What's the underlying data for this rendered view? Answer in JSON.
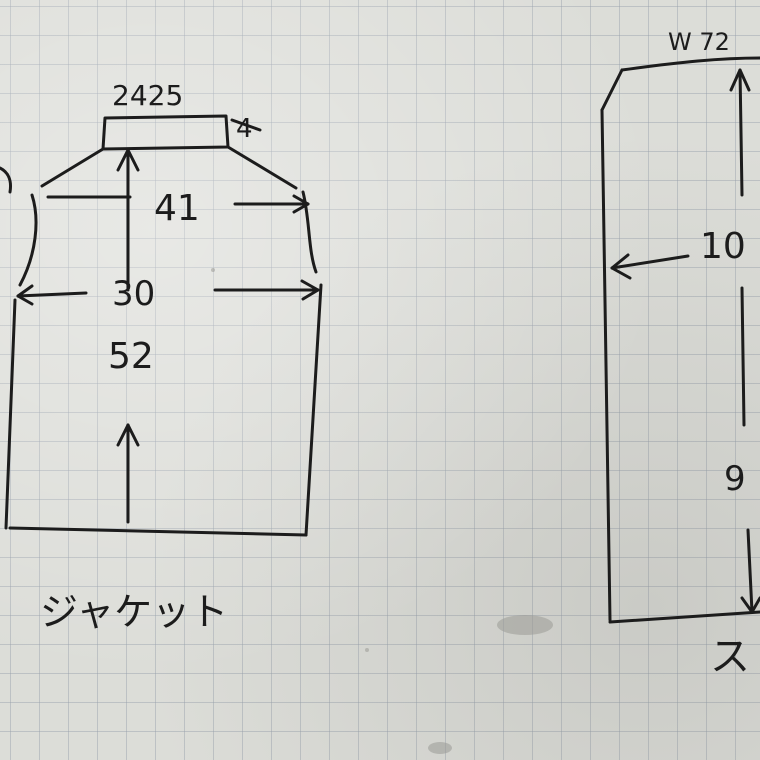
{
  "jacket": {
    "shoulder_label": "2425",
    "sleeve_label": "4",
    "chest_upper_label": "41",
    "width_label": "30",
    "length_label": "52",
    "caption": "ジャケット"
  },
  "skirt": {
    "waist_label": "W 72",
    "hip_label": "10",
    "length_label": "9",
    "caption": "ス"
  },
  "ink_color": "#1c1c1c",
  "paper_color": "#dcddd8"
}
